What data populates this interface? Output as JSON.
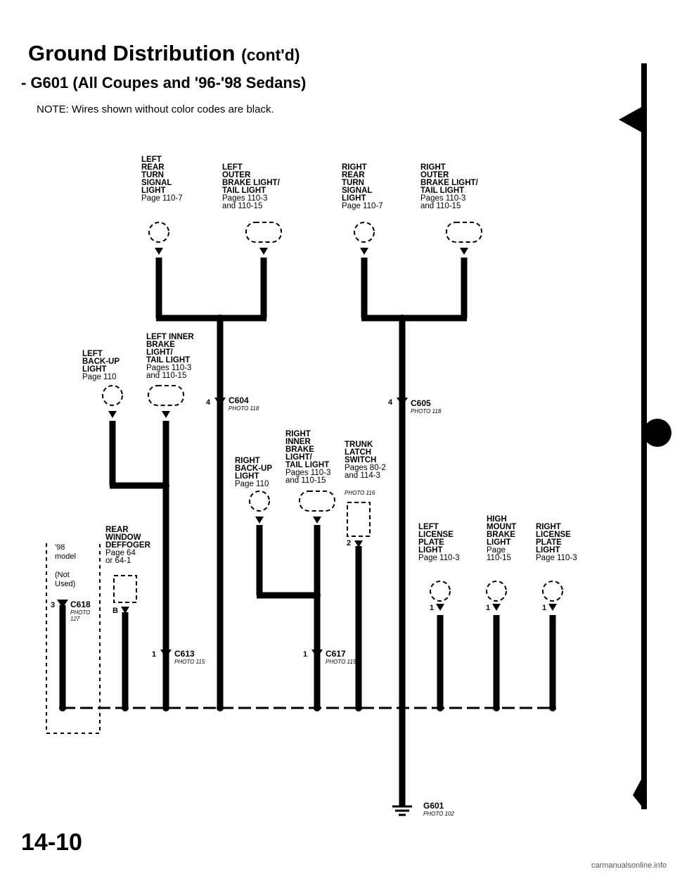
{
  "header": {
    "title": "Ground Distribution",
    "title_suffix": "(cont'd)",
    "subtitle": "- G601 (All Coupes and '96-'98 Sedans)",
    "note": "NOTE: Wires shown without color codes are black."
  },
  "components": {
    "left_rear_turn": {
      "name": "LEFT\nREAR\nTURN\nSIGNAL\nLIGHT",
      "page": "Page 110-7"
    },
    "left_outer_brake": {
      "name": "LEFT\nOUTER\nBRAKE LIGHT/\nTAIL LIGHT",
      "page": "Pages 110-3\nand 110-15"
    },
    "right_rear_turn": {
      "name": "RIGHT\nREAR\nTURN\nSIGNAL\nLIGHT",
      "page": "Page 110-7"
    },
    "right_outer_brake": {
      "name": "RIGHT\nOUTER\nBRAKE LIGHT/\nTAIL LIGHT",
      "page": "Pages 110-3\nand 110-15"
    },
    "left_backup": {
      "name": "LEFT\nBACK-UP\nLIGHT",
      "page": "Page 110"
    },
    "left_inner_brake": {
      "name": "LEFT INNER\nBRAKE\nLIGHT/\nTAIL LIGHT",
      "page": "Pages 110-3\nand 110-15"
    },
    "right_backup": {
      "name": "RIGHT\nBACK-UP\nLIGHT",
      "page": "Page 110"
    },
    "right_inner_brake": {
      "name": "RIGHT\nINNER\nBRAKE\nLIGHT/\nTAIL LIGHT",
      "page": "Pages 110-3\nand 110-15"
    },
    "trunk_latch": {
      "name": "TRUNK\nLATCH\nSWITCH",
      "page": "Pages 80-2\nand 114-3",
      "photo": "PHOTO 116"
    },
    "rear_defogger": {
      "name": "REAR\nWINDOW\nDEFFOGER",
      "page": "Page 64\nor 64-1"
    },
    "left_license": {
      "name": "LEFT\nLICENSE\nPLATE\nLIGHT",
      "page": "Page 110-3"
    },
    "high_mount": {
      "name": "HIGH\nMOUNT\nBRAKE\nLIGHT",
      "page": "Page\n110-15"
    },
    "right_license": {
      "name": "RIGHT\nLICENSE\nPLATE\nLIGHT",
      "page": "Page 110-3"
    }
  },
  "connectors": {
    "c604": {
      "id": "C604",
      "photo": "PHOTO 118",
      "pin": "4"
    },
    "c605": {
      "id": "C605",
      "photo": "PHOTO 118",
      "pin": "4"
    },
    "c613": {
      "id": "C613",
      "photo": "PHOTO 115",
      "pin": "1"
    },
    "c617": {
      "id": "C617",
      "photo": "PHOTO 115",
      "pin": "1"
    },
    "c618": {
      "id": "C618",
      "photo": "PHOTO\n127",
      "pin": "3"
    },
    "g601": {
      "id": "G601",
      "photo": "PHOTO 102"
    }
  },
  "pins": {
    "trunk": "2",
    "defogger": "B",
    "left_license": "1",
    "high_mount": "1",
    "right_license": "1"
  },
  "model_note": "'98\nmodel\n\n(Not\nUsed)",
  "page_number": "14-10",
  "watermark": "carmanualsonline.info"
}
